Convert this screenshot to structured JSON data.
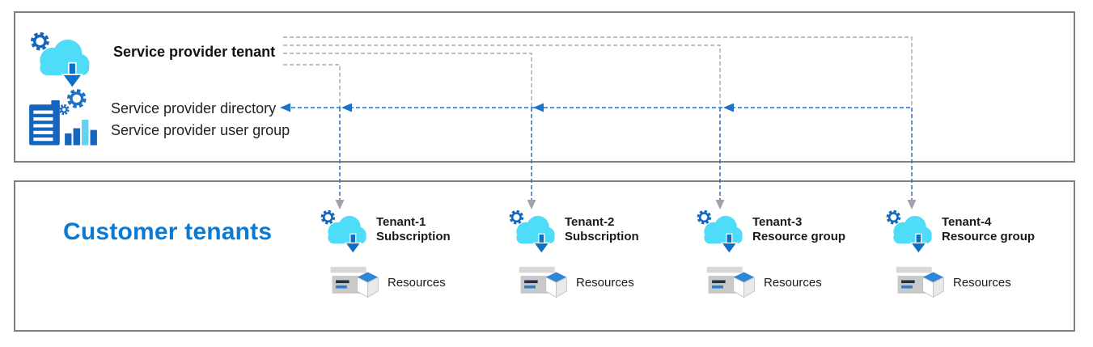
{
  "provider_box": {
    "tenant_title": "Service provider tenant",
    "directory_label": "Service provider directory",
    "user_group_label": "Service provider user group"
  },
  "customer_box": {
    "title": "Customer tenants",
    "tenants": [
      {
        "name": "Tenant-1",
        "scope": "Subscription",
        "resources_label": "Resources"
      },
      {
        "name": "Tenant-2",
        "scope": "Subscription",
        "resources_label": "Resources"
      },
      {
        "name": "Tenant-3",
        "scope": "Resource group",
        "resources_label": "Resources"
      },
      {
        "name": "Tenant-4",
        "scope": "Resource group",
        "resources_label": "Resources"
      }
    ]
  },
  "icons": {
    "provider_cloud": "cloud-sync-icon",
    "provider_directory": "directory-users-icon",
    "tenant_cloud": "cloud-sync-icon",
    "tenant_resources": "resources-cube-icon"
  },
  "connections": {
    "gray_links_from": "Service provider tenant",
    "gray_links_to": [
      "Tenant-1",
      "Tenant-2",
      "Tenant-3",
      "Tenant-4"
    ],
    "blue_links_from": [
      "Tenant-1",
      "Tenant-2",
      "Tenant-3",
      "Tenant-4"
    ],
    "blue_links_to": "Service provider directory"
  },
  "colors": {
    "box_border": "#7e7e7e",
    "gray_line": "#a8a8a8",
    "gray_arrowhead": "#a3a3a3",
    "blue_line": "#1e73c6",
    "cloud_cyan": "#4fdcf8",
    "accent_blue": "#1068c2",
    "azure_title_blue": "#0c7ad3",
    "text_dark": "#1a1a1a"
  }
}
